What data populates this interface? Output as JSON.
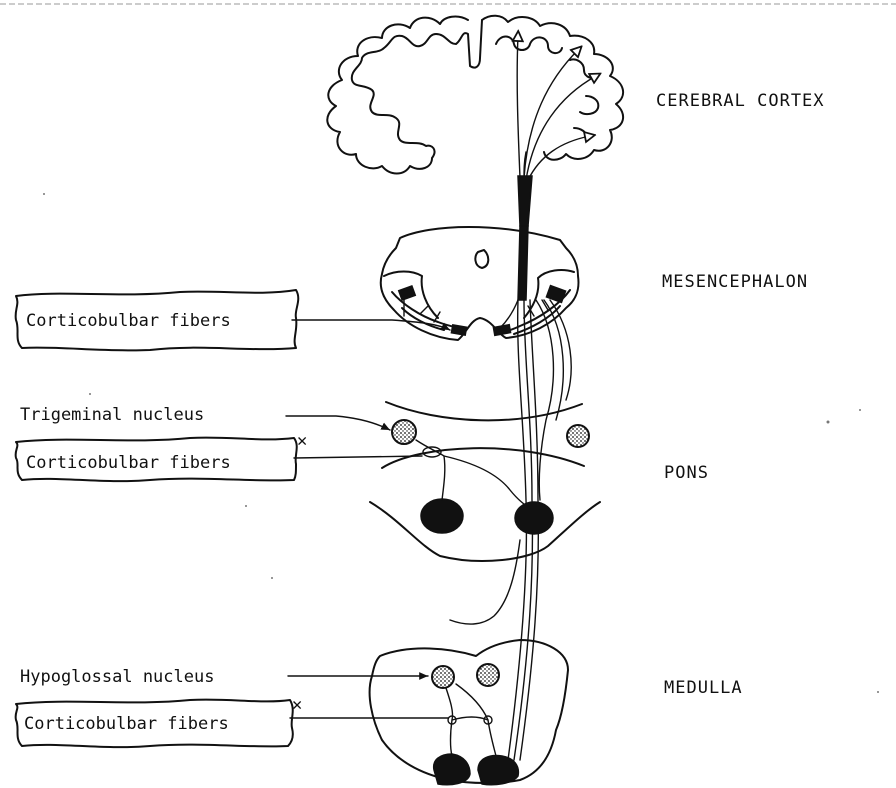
{
  "diagram": {
    "levels": {
      "cortex": "CEREBRAL CORTEX",
      "mesencephalon": "MESENCEPHALON",
      "pons": "PONS",
      "medulla": "MEDULLA"
    },
    "labels": {
      "corticobulbar_mesencephalon": "Corticobulbar fibers",
      "trigeminal_nucleus": "Trigeminal nucleus",
      "corticobulbar_pons": "Corticobulbar fibers",
      "hypoglossal_nucleus": "Hypoglossal nucleus",
      "corticobulbar_medulla": "Corticobulbar fibers"
    },
    "lesion_marks": {
      "pons": "✕",
      "medulla": "✕"
    },
    "colors": {
      "ink": "#111111",
      "background": "#ffffff"
    }
  }
}
